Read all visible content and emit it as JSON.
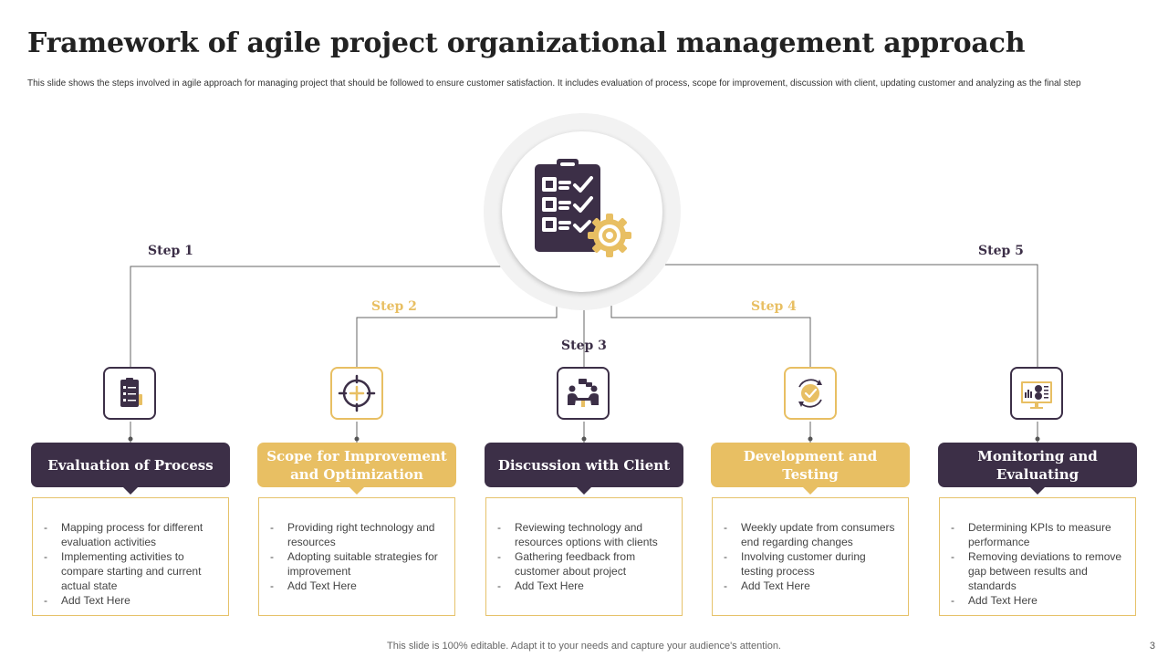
{
  "title": "Framework of agile project organizational management approach",
  "subtitle": "This slide shows the steps involved in agile approach for managing project that should be followed to ensure customer satisfaction. It includes evaluation of process, scope for improvement, discussion with client, updating customer and analyzing as the final step",
  "colors": {
    "dark": "#3c2f47",
    "gold": "#e8bf63",
    "line": "#666666"
  },
  "hub": {
    "icon": "clipboard-checklist-gear-icon"
  },
  "steps": [
    {
      "label": "Step 1",
      "icon": "clipboard-list-icon",
      "title": "Evaluation of Process",
      "bullets": [
        "Mapping process for different evaluation  activities",
        "Implementing activities to compare starting and current actual state",
        "Add Text Here"
      ]
    },
    {
      "label": "Step 2",
      "icon": "crosshair-target-icon",
      "title": "Scope for Improvement and Optimization",
      "bullets": [
        "Providing  right technology and resources",
        "Adopting suitable strategies for improvement",
        "Add Text Here"
      ]
    },
    {
      "label": "Step 3",
      "icon": "meeting-discussion-icon",
      "title": "Discussion with Client",
      "bullets": [
        "Reviewing  technology and resources options with clients",
        "Gathering feedback from customer about project",
        "Add Text Here"
      ]
    },
    {
      "label": "Step 4",
      "icon": "refresh-check-icon",
      "title": "Development and Testing",
      "bullets": [
        "Weekly update from consumers end  regarding changes",
        "Involving  customer during testing process",
        "Add Text Here"
      ]
    },
    {
      "label": "Step 5",
      "icon": "analytics-monitor-icon",
      "title": "Monitoring and Evaluating",
      "bullets": [
        "Determining KPIs to measure performance",
        "Removing deviations  to remove gap between results and standards",
        "Add Text Here"
      ]
    }
  ],
  "footer": "This slide is 100% editable. Adapt it to your needs and capture your audience's attention.",
  "page_number": "3"
}
